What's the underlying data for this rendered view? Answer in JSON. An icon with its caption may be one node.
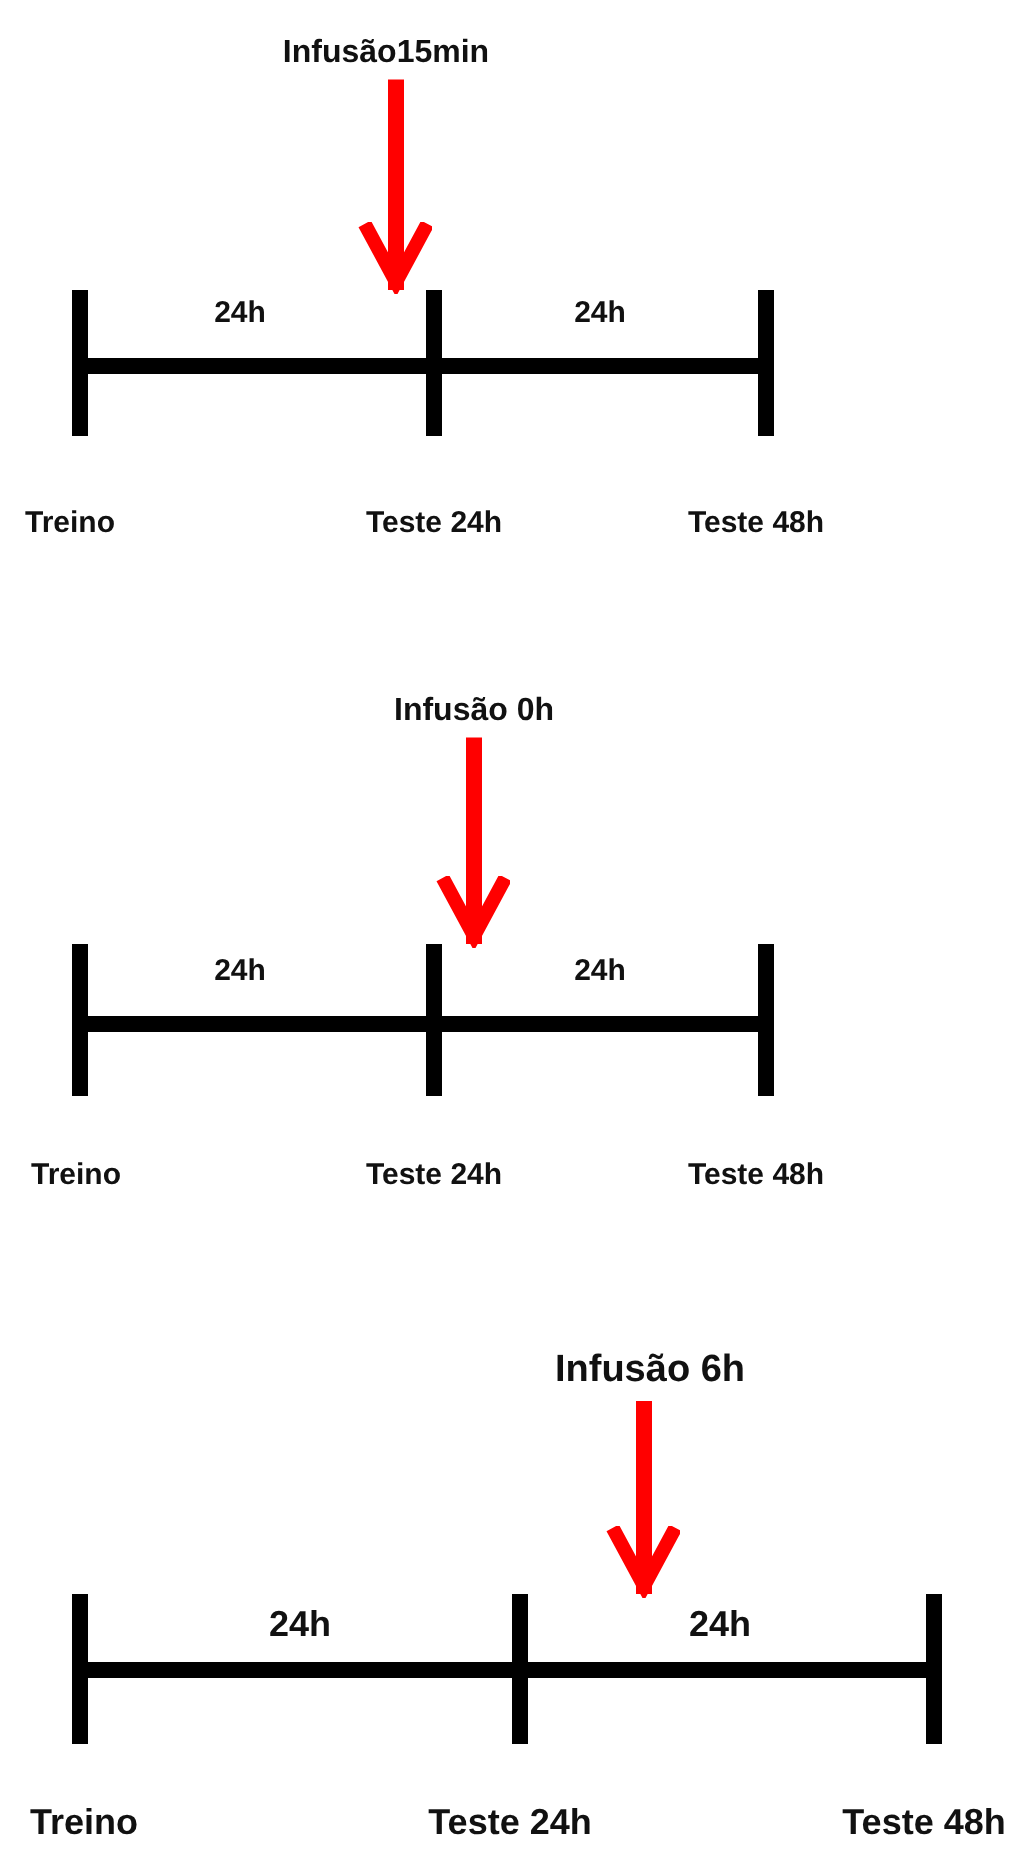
{
  "diagram": {
    "nodes": [
      {
        "text": [
          "Infusão15min"
        ]
      },
      {
        "text": [],
        "shape": "bar"
      },
      {
        "text": [
          "Infusão 0h"
        ]
      },
      {
        "text": [],
        "shape": "bar"
      },
      {
        "text": [
          "Infusão 6h"
        ]
      },
      {
        "text": [],
        "shape": "bar"
      }
    ],
    "edges": [
      {
        "from": 0,
        "to": 1,
        "arrow": "to"
      },
      {
        "from": 2,
        "to": 3,
        "arrow": "to"
      },
      {
        "from": 4,
        "to": 5,
        "arrow": "to"
      }
    ],
    "labels": [
      "24h",
      "24h",
      "Treino",
      "Teste 24h",
      "Teste 48h",
      "24h",
      "24h",
      "Treino",
      "Teste 24h",
      "Teste 48h",
      "24h",
      "24h",
      "Treino",
      "Teste 24h",
      "Teste 48h"
    ]
  }
}
